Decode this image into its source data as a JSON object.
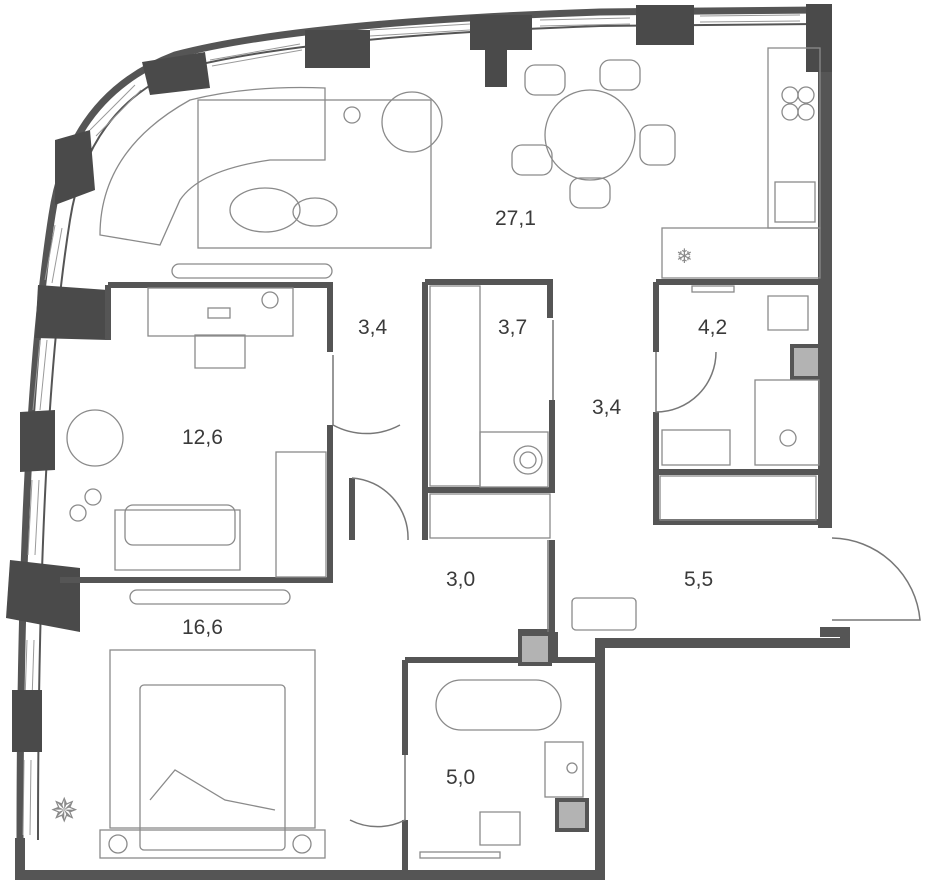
{
  "rooms": [
    {
      "id": "living-kitchen",
      "area": "27,1"
    },
    {
      "id": "corridor-top",
      "area": "3,4"
    },
    {
      "id": "wardrobe-top",
      "area": "3,7"
    },
    {
      "id": "bathroom-top",
      "area": "4,2"
    },
    {
      "id": "hall-right",
      "area": "3,4"
    },
    {
      "id": "study",
      "area": "12,6"
    },
    {
      "id": "hall-center",
      "area": "3,0"
    },
    {
      "id": "entrance-hall",
      "area": "5,5"
    },
    {
      "id": "bedroom",
      "area": "16,6"
    },
    {
      "id": "bathroom-bottom",
      "area": "5,0"
    }
  ],
  "colors": {
    "wall": "#555555",
    "column": "#4a4a4a",
    "shaft": "#b3b3b3",
    "furniture": "#8a8a8a",
    "label": "#3a3a3a"
  }
}
